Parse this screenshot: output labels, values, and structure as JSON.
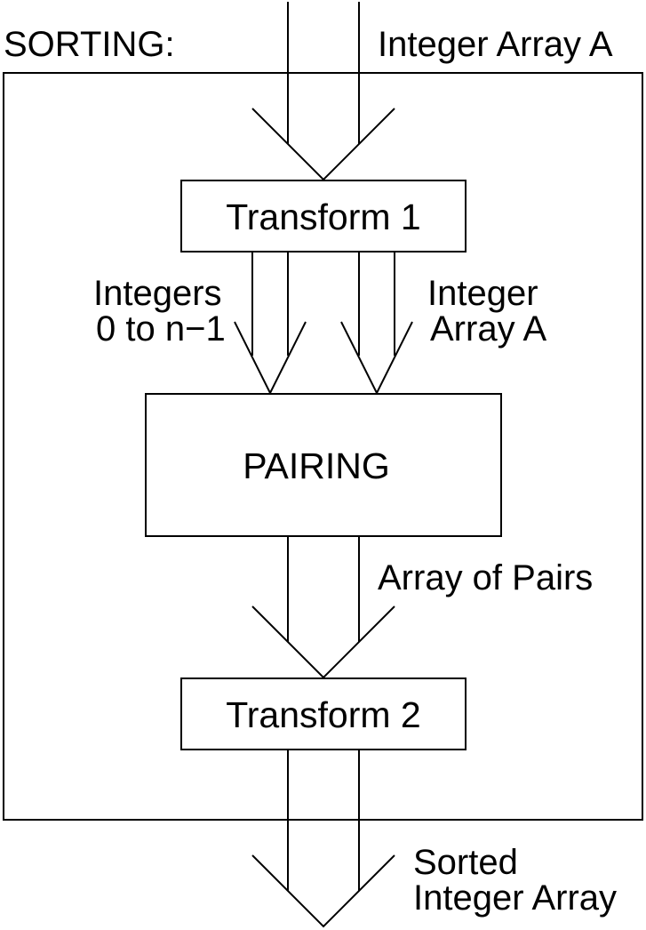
{
  "diagram": {
    "title": "SORTING:",
    "input_label": "Integer Array A",
    "transform1_label": "Transform 1",
    "integers_label_line1": "Integers",
    "integers_label_line2": "0 to n−1",
    "integer_array_label_line1": "Integer",
    "integer_array_label_line2": "Array A",
    "pairing_label": "PAIRING",
    "array_of_pairs_label": "Array of Pairs",
    "transform2_label": "Transform 2",
    "output_label_line1": "Sorted",
    "output_label_line2": "Integer Array"
  }
}
